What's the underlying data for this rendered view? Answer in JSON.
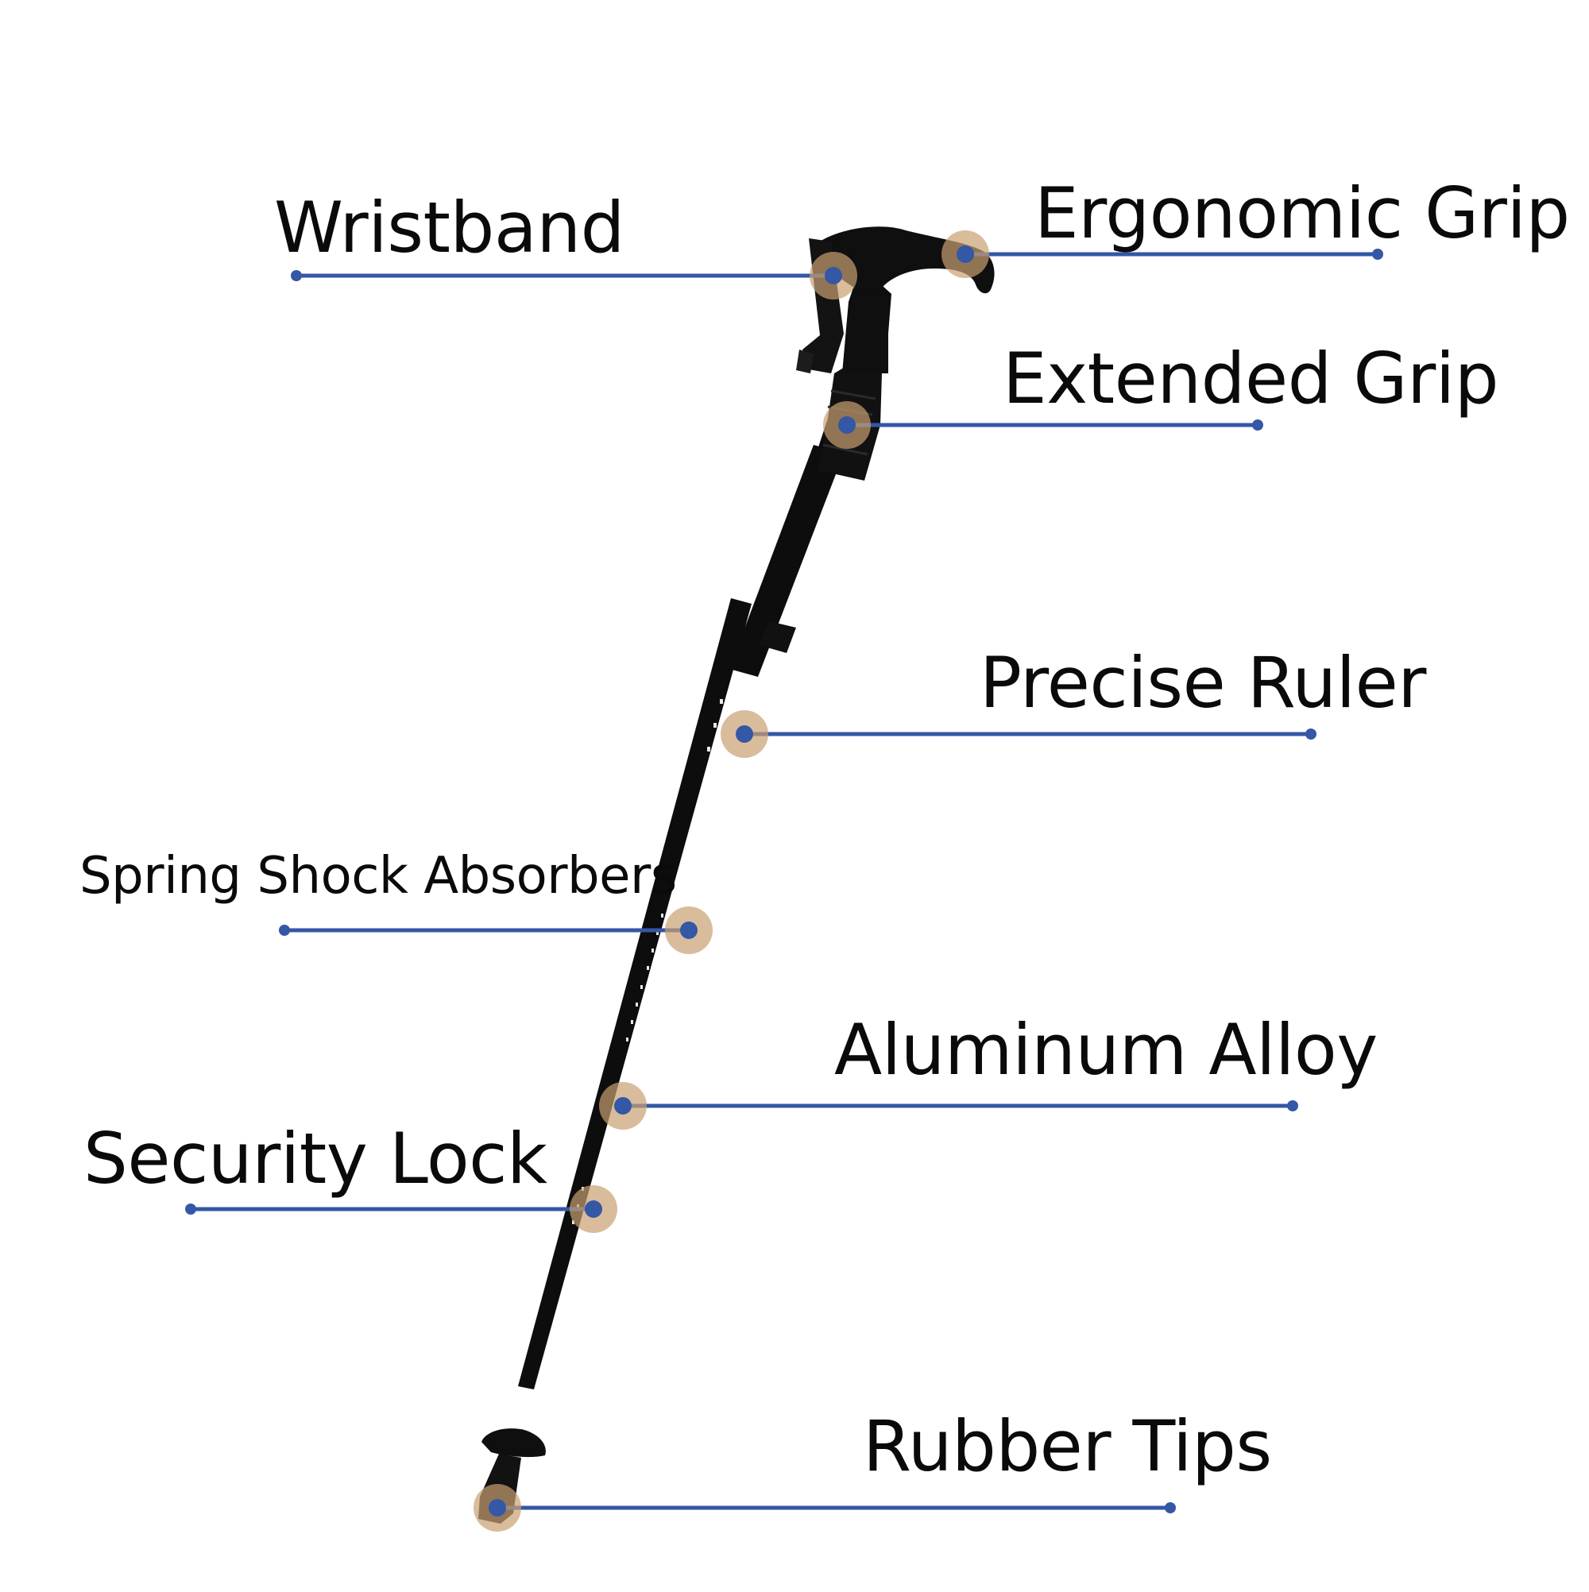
{
  "colors": {
    "background": "#ffffff",
    "leader_line": "#3457a6",
    "marker_halo": "#c9a072",
    "pole": "#0d0d0d",
    "text": "#0a0a0a"
  },
  "callouts": [
    {
      "id": "wristband",
      "label": "Wristband"
    },
    {
      "id": "ergonomic-grip",
      "label": "Ergonomic Grip"
    },
    {
      "id": "extended-grip",
      "label": "Extended Grip"
    },
    {
      "id": "precise-ruler",
      "label": "Precise Ruler"
    },
    {
      "id": "spring-shock-absorbers",
      "label": "Spring Shock Absorbers"
    },
    {
      "id": "aluminum-alloy",
      "label": "Aluminum Alloy"
    },
    {
      "id": "security-lock",
      "label": "Security Lock"
    },
    {
      "id": "rubber-tips",
      "label": "Rubber Tips"
    }
  ]
}
